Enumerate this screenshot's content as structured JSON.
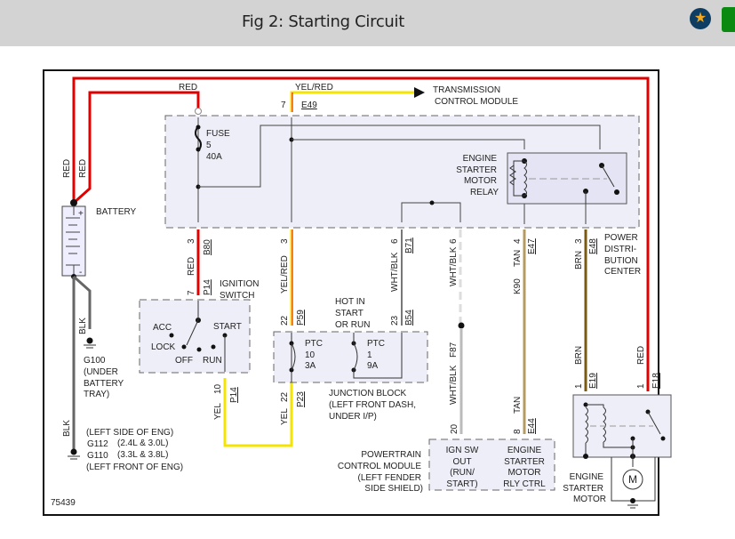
{
  "header": {
    "title": "Fig 2: Starting Circuit",
    "favorite_icon": "star-icon",
    "action_button": "green-button"
  },
  "diagram": {
    "figure_number": "75439",
    "wire_colors": {
      "red": "#e00000",
      "yellow": "#f5e400",
      "yel_red": "#f5e400",
      "tan": "#b59b62",
      "brown": "#7a5a10",
      "gray": "#666666",
      "white_blk": "#cccccc"
    },
    "battery": {
      "label": "BATTERY",
      "plus": "+",
      "minus": "-"
    },
    "top_wires": {
      "red_left_1": "RED",
      "red_left_2": "RED",
      "red_top": "RED",
      "yel_red": "YEL/RED"
    },
    "tcm": {
      "pin": "7",
      "conn": "E49",
      "line1": "TRANSMISSION",
      "line2": "CONTROL MODULE"
    },
    "fuse": {
      "label": "FUSE",
      "number": "5",
      "rating": "40A"
    },
    "relay": {
      "line1": "ENGINE",
      "line2": "STARTER",
      "line3": "MOTOR",
      "line4": "RELAY"
    },
    "pdc": {
      "line1": "POWER",
      "line2": "DISTRI-",
      "line3": "BUTION",
      "line4": "CENTER"
    },
    "pdc_pins": [
      {
        "pin": "3",
        "conn": "B80",
        "color": "RED"
      },
      {
        "pin": "3",
        "conn": "",
        "color": "YEL/RED"
      },
      {
        "pin": "6",
        "conn": "B71",
        "color": "WHT/BLK"
      },
      {
        "pin": "6",
        "conn": "",
        "color": "WHT/BLK"
      },
      {
        "pin": "4",
        "conn": "E47",
        "color": "TAN",
        "circuit": "K90"
      },
      {
        "pin": "3",
        "conn": "E48",
        "color": "BRN"
      }
    ],
    "ignition": {
      "line1": "IGNITION",
      "line2": "SWITCH",
      "top_pin": "7",
      "top_conn": "P14",
      "bottom_pin": "10",
      "bottom_conn": "P14",
      "bottom_color": "YEL",
      "positions": {
        "acc": "ACC",
        "lock": "LOCK",
        "off": "OFF",
        "run": "RUN",
        "start": "START"
      }
    },
    "junction": {
      "hot_line1": "HOT IN",
      "hot_line2": "START",
      "hot_line3": "OR RUN",
      "pin_left": "22",
      "conn_left": "P59",
      "pin_right": "23",
      "conn_right": "B54",
      "ptc1": {
        "label": "PTC",
        "number": "10",
        "rating": "3A"
      },
      "ptc2": {
        "label": "PTC",
        "number": "1",
        "rating": "9A"
      },
      "bottom_pin": "22",
      "bottom_conn": "P23",
      "bottom_color": "YEL",
      "line1": "JUNCTION BLOCK",
      "line2": "(LEFT FRONT DASH,",
      "line3": "UNDER I/P)"
    },
    "splice": {
      "circuit": "F87",
      "color": "WHT/BLK"
    },
    "pcm": {
      "line1": "POWERTRAIN",
      "line2": "CONTROL MODULE",
      "line3": "(LEFT FENDER",
      "line4": "SIDE SHIELD)",
      "pin_left": "20",
      "pin_right": "8",
      "conn_right": "E44",
      "color_right": "TAN",
      "in_line1": "IGN SW",
      "in_line2": "OUT",
      "in_line3": "(RUN/",
      "in_line4": "START)",
      "out_line1": "ENGINE",
      "out_line2": "STARTER",
      "out_line3": "MOTOR",
      "out_line4": "RLY CTRL"
    },
    "starter": {
      "pin_left": "1",
      "conn_left": "E19",
      "color_left": "BRN",
      "pin_right": "1",
      "conn_right": "E18",
      "color_right": "RED",
      "motor": "M",
      "line1": "ENGINE",
      "line2": "STARTER",
      "line3": "MOTOR"
    },
    "grounds": {
      "g100_color": "BLK",
      "g100_1": "G100",
      "g100_2": "(UNDER",
      "g100_3": "BATTERY",
      "g100_4": "TRAY)",
      "eng_color": "BLK",
      "eng_1": "(LEFT SIDE OF ENG)",
      "eng_g112": "G112",
      "eng_g112_note": "(2.4L & 3.0L)",
      "eng_g110": "G110",
      "eng_g110_note": "(3.3L & 3.8L)",
      "eng_2": "(LEFT FRONT OF ENG)"
    }
  }
}
